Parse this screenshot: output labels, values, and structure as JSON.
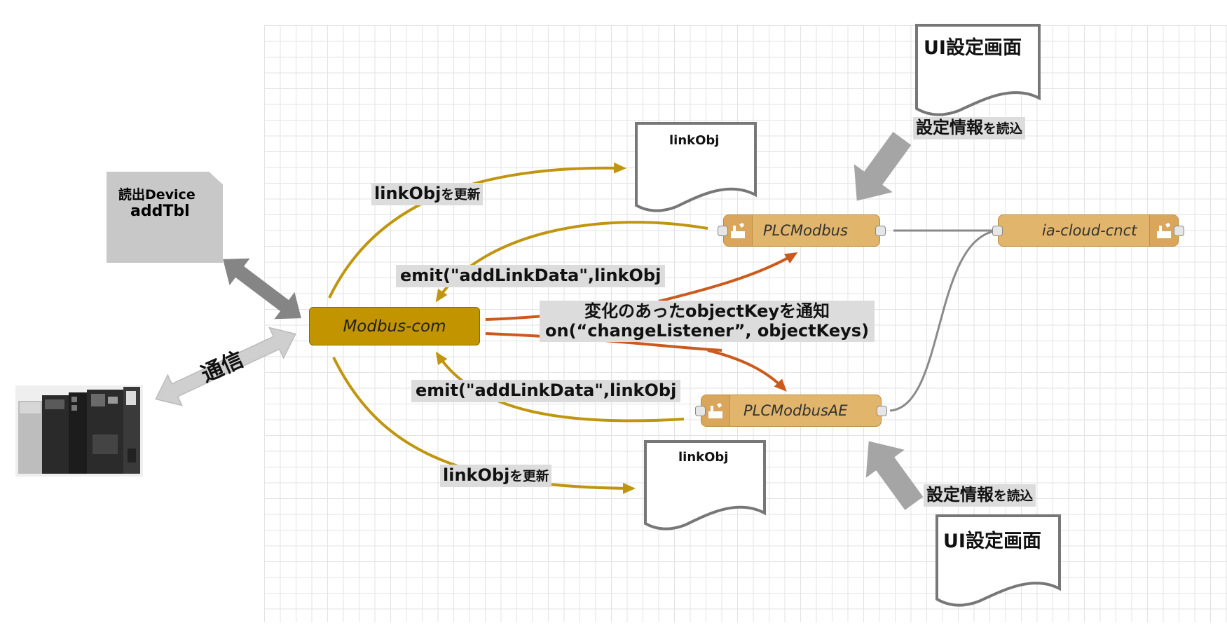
{
  "device_note": {
    "line1": "読出Device",
    "line2": "addTbl"
  },
  "comm_label": "通信",
  "modbus_com": "Modbus-com",
  "nodes": {
    "plc_modbus": "PLCModbus",
    "plc_modbus_ae": "PLCModbusAE",
    "ia_cloud": "ia-cloud-cnct"
  },
  "docs": {
    "linkobj_top": "linkObj",
    "linkobj_bottom": "linkObj",
    "ui_top": "UI設定画面",
    "ui_bottom": "UI設定画面"
  },
  "labels": {
    "update_top_main": "linkObj",
    "update_top_suffix": "を更新",
    "update_bottom_main": "linkObj",
    "update_bottom_suffix": "を更新",
    "emit_top": "emit(\"addLinkData\",linkObj",
    "emit_bottom": "emit(\"addLinkData\",linkObj",
    "change_line1": "変化のあったobjectKeyを通知",
    "change_line2": "on(“changeListener”, objectKeys)",
    "settings_top_main": "設定情報",
    "settings_top_suffix": "を読込",
    "settings_bottom_main": "設定情報",
    "settings_bottom_suffix": "を読込"
  },
  "colors": {
    "gold_arrow": "#c09610",
    "orange_arrow": "#cc5a1c",
    "node_fill": "#e2b56c",
    "modbus_com_fill": "#c29500",
    "wire": "#8a8a8a"
  }
}
